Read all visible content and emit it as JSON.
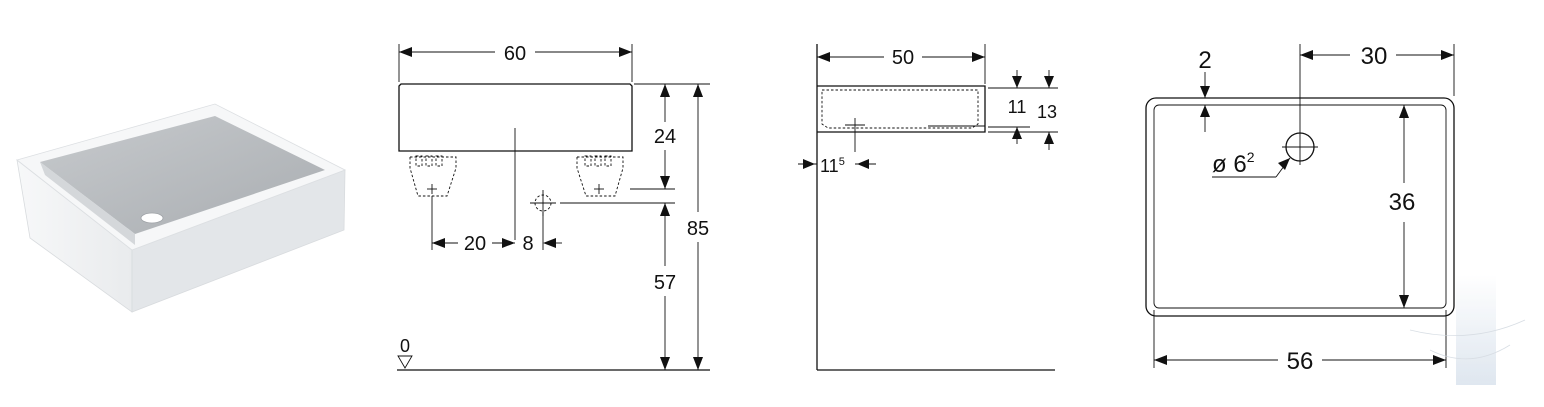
{
  "front_view": {
    "width_dim": "60",
    "depth_dim": "24",
    "height_total_dim": "85",
    "height_dim": "57",
    "offset_dim": "20",
    "waste_offset_dim": "8",
    "floor_label": "0"
  },
  "side_view": {
    "depth_dim": "50",
    "rim_inner_dim": "11",
    "rim_outer_dim": "13",
    "wall_dim_base": "11",
    "wall_dim_sup": "5"
  },
  "top_view": {
    "rim_dim": "2",
    "waste_pos_dim": "30",
    "depth_dim": "36",
    "width_dim": "56",
    "waste_diameter_prefix": "ø 6",
    "waste_diameter_sup": "2"
  },
  "colors": {
    "line": "#111111",
    "basin_white": "#f4f5f6",
    "basin_inner": "#b9bcbf",
    "watermark": "#dfe6ee"
  }
}
